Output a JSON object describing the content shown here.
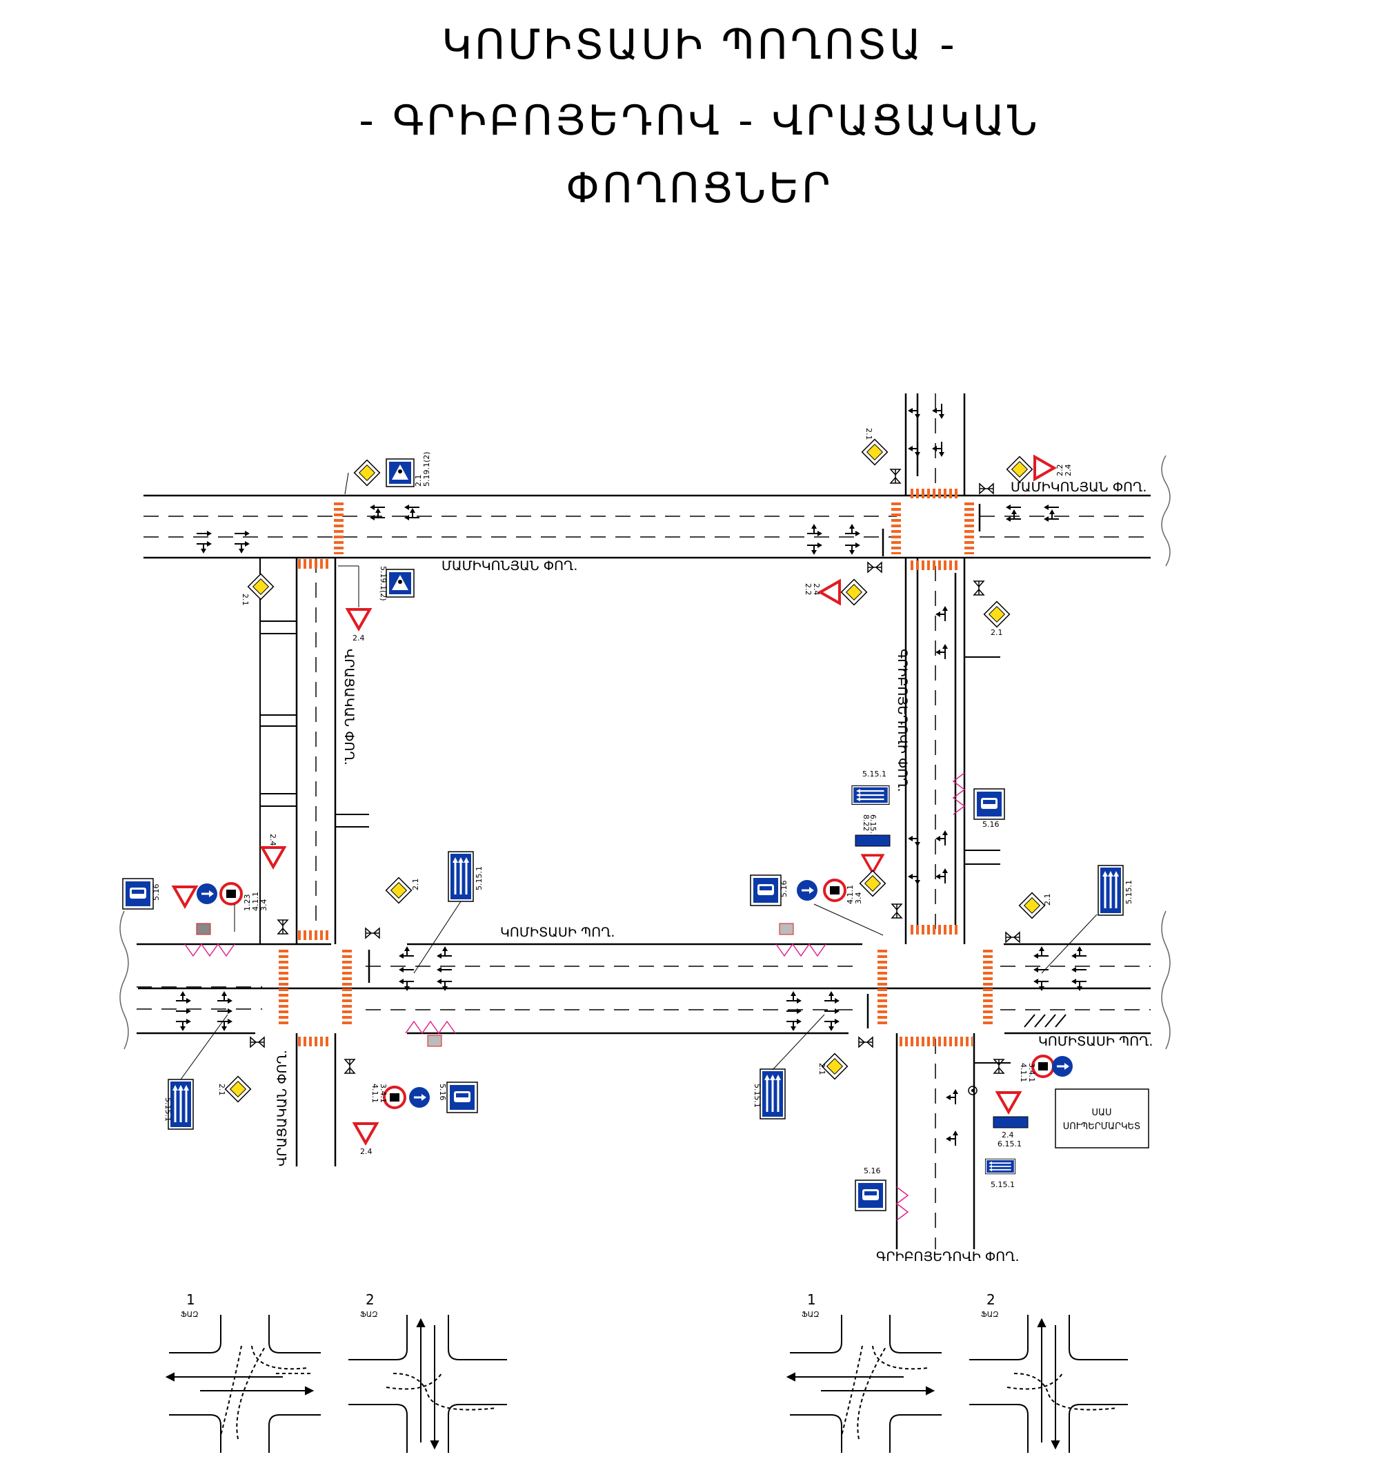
{
  "title": {
    "line1": "ԿՈՄԻՏԱՍԻ ՊՈՂՈՏԱ -",
    "line2": "- ԳՐԻԲՈՅԵԴՈՎ - ՎՐԱՑԱԿԱՆ",
    "line3": "ՓՈՂՈՑՆԵՐ"
  },
  "streets": {
    "mamikonyants_right": "ՄԱՄԻԿՈՆՅԱՆ ՓՈՂ.",
    "mamikonyants_mid": "ՄԱՄԻԿՈՆՅԱՆ ՓՈՂ.",
    "komitas_mid": "ԿՈՄԻՏԱՍԻ ՊՈՂ.",
    "komitas_right": "ԿՈՄԻՏԱՍԻ ՊՈՂ.",
    "vratsakan_upper": "ՎՐԱՑԱԿԱՆ ՓՈՂ.",
    "vratsakan_lower": "ՎՐԱՑԱԿԱՆ ՓՈՂ.",
    "griboyedov_upper": "ԳՐԻԲՈՅԵԴՈՎԻ ՓՈՂ.",
    "griboyedov_lower": "ԳՐԻԲՈՅԵԴՈՎԻ ՓՈՂ."
  },
  "landmark": {
    "line1": "ՍԱՍ",
    "line2": "ՍՈՒՊԵՐՄԱՐԿԵՏ"
  },
  "sign_codes": {
    "s21": "2.1",
    "s22": "2.2",
    "s24": "2.4",
    "s5191": "5.19.1(2)",
    "s516": "5.16",
    "s5151": "5.15.1",
    "s6151": "6.15.1",
    "s411": "4.1.1",
    "s341": "3.4.1",
    "s34": "3.4",
    "s123": "1.23",
    "s822": "8.22"
  },
  "phases": [
    {
      "number": "1",
      "label": "ՖԱԶ"
    },
    {
      "number": "2",
      "label": "ՖԱԶ"
    },
    {
      "number": "1",
      "label": "ՖԱԶ"
    },
    {
      "number": "2",
      "label": "ՖԱԶ"
    }
  ],
  "colors": {
    "road_line": "#000000",
    "crosswalk": "#f26522",
    "sign_blue": "#0b3aa8",
    "sign_red": "#e11b22",
    "sign_yellow": "#ffde17",
    "fence": "#e0218a"
  }
}
